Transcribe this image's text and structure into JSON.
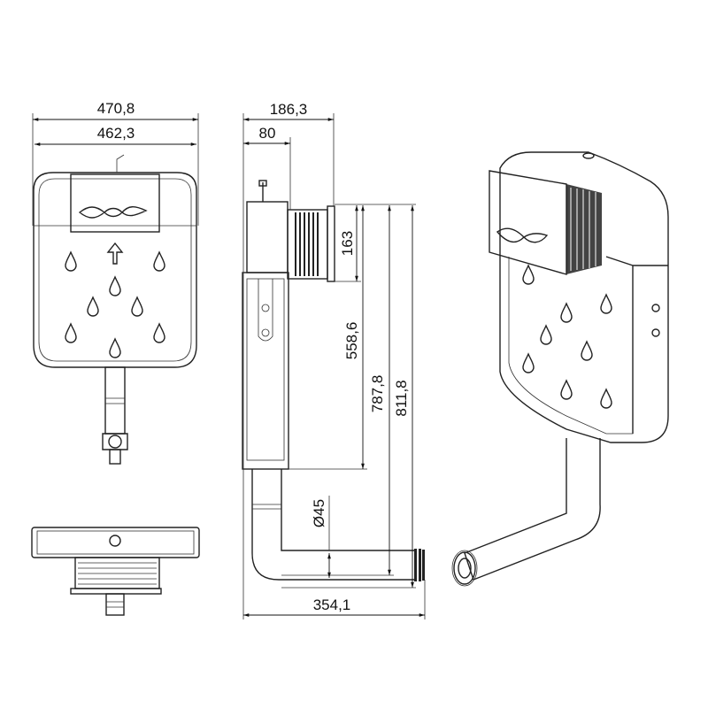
{
  "title": "Concealed cistern dimension drawing",
  "dimensions": {
    "front_width_outer": "470,8",
    "front_width_inner": "462,3",
    "side_depth_total": "186,3",
    "side_depth_tank": "80",
    "panel_height": "163",
    "tank_height": "558,6",
    "outlet_height": "787,8",
    "total_height": "811,8",
    "pipe_diameter": "Ø45",
    "outlet_length": "354,1"
  },
  "colors": {
    "line": "#222222",
    "background": "#ffffff"
  }
}
